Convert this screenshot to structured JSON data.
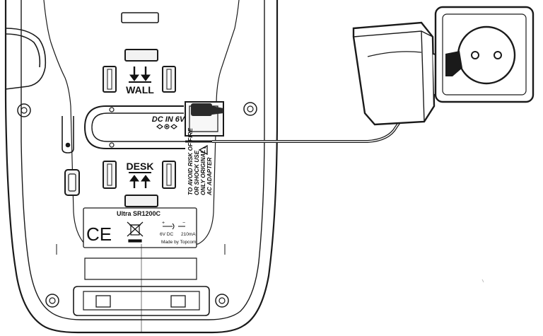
{
  "labels": {
    "wall": "WALL",
    "desk": "DESK",
    "dc_in": "DC IN 6V",
    "warning_lines": [
      "TO AVOID RISK OF FIRE",
      "OR SHOCK USE",
      "ONLY ORIGINAL",
      "AC ADAPTER"
    ],
    "model": "Ultra SR1200C",
    "ce_mark": "CE",
    "rating": "6V DC",
    "current": "210mA",
    "maker": "Made by Topcom"
  },
  "icons": {
    "wall_arrows": "down-arrows-icon",
    "desk_arrows": "up-arrows-icon",
    "warning": "warning-triangle-icon",
    "weee": "crossed-bin-icon",
    "polarity": "dc-polarity-icon"
  },
  "colors": {
    "stroke": "#1a1a1a",
    "fill_light": "#f2f2f2",
    "fill_dark": "#222222",
    "socket_gray": "#d8d8d8"
  }
}
